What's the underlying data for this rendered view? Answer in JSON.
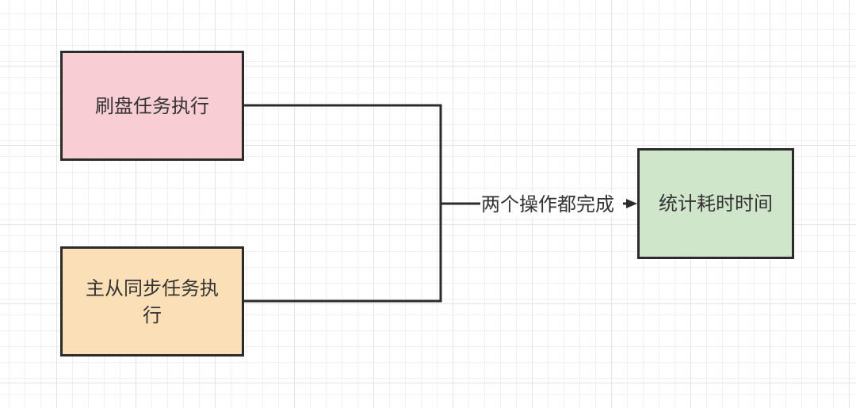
{
  "diagram": {
    "nodes": [
      {
        "id": "flush",
        "label": "刷盘任务执行",
        "fill": "#f8cdd4"
      },
      {
        "id": "sync",
        "label": "主从同步任务执行",
        "fill": "#fbdfb6"
      },
      {
        "id": "stat",
        "label": "统计耗时时间",
        "fill": "#cfe6cb"
      }
    ],
    "edge_label": "两个操作都完成",
    "line_color": "#2b2b2b"
  }
}
